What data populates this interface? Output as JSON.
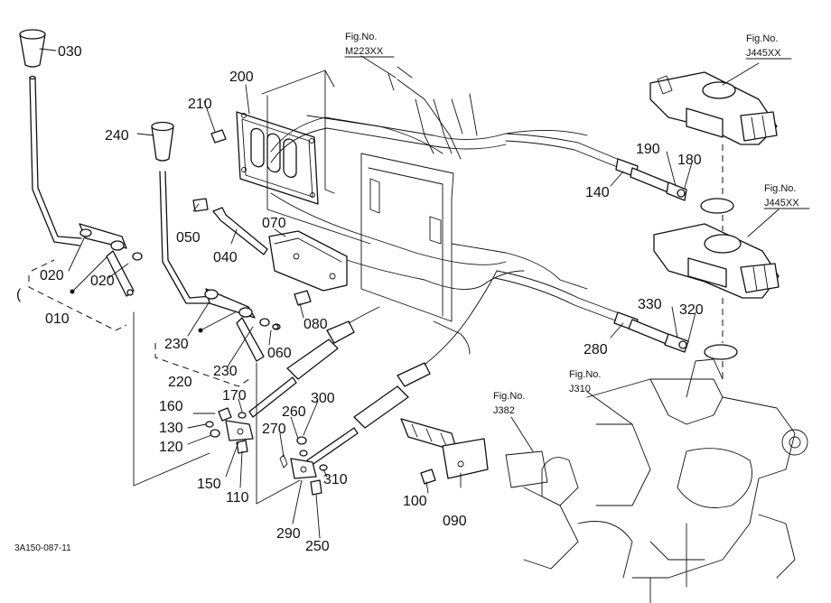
{
  "parts": {
    "p030": "030",
    "p240": "240",
    "p200": "200",
    "p210": "210",
    "p050": "050",
    "p040": "040",
    "p070": "070",
    "p020a": "020",
    "p020b": "020",
    "p010": "010",
    "p230a": "230",
    "p220": "220",
    "p230b": "230",
    "p080": "080",
    "p060": "060",
    "p170": "170",
    "p160": "160",
    "p130": "130",
    "p120": "120",
    "p150": "150",
    "p110": "110",
    "p300": "300",
    "p260": "260",
    "p270": "270",
    "p310": "310",
    "p290": "290",
    "p250": "250",
    "p100": "100",
    "p090": "090",
    "p140": "140",
    "p190": "190",
    "p180": "180",
    "p330": "330",
    "p320": "320",
    "p280": "280"
  },
  "figs": {
    "m223_title": "Fig.No.",
    "m223_code": "M223XX",
    "j445a_title": "Fig.No.",
    "j445a_code": "J445XX",
    "j445b_title": "Fig.No.",
    "j445b_code": "J445XX",
    "j310_title": "Fig.No.",
    "j310_code": "J310",
    "j382_title": "Fig.No.",
    "j382_code": "J382"
  },
  "drawing_code": "3A150-087-11"
}
